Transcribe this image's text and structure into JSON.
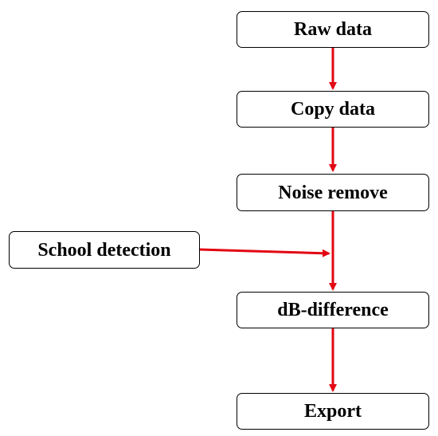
{
  "nodes": {
    "raw_data": "Raw data",
    "copy_data": "Copy data",
    "noise_remove": "Noise remove",
    "school_detection": "School detection",
    "db_difference": "dB-difference",
    "export": "Export"
  },
  "colors": {
    "arrow": "#e30613",
    "box_border": "#000000"
  }
}
